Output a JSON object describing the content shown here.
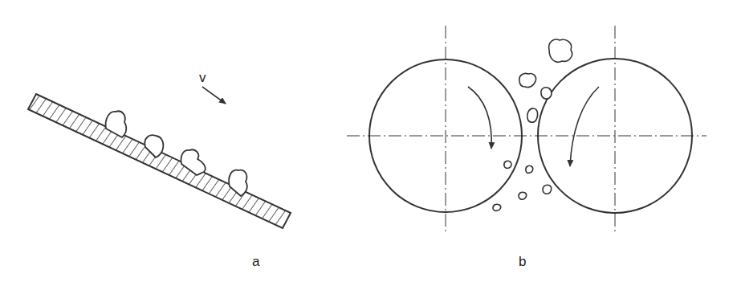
{
  "diagram": {
    "labels": [
      "v",
      "a",
      "b"
    ]
  }
}
